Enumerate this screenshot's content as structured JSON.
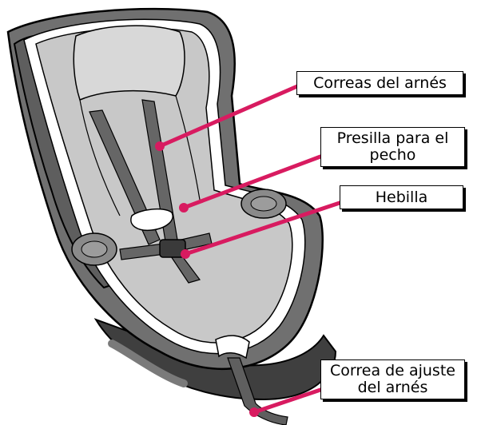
{
  "labels": {
    "harness_straps": "Correas del arnés",
    "chest_clip": "Presilla para el\npecho",
    "buckle": "Hebilla",
    "harness_adjuster_strap": "Correa de ajuste\ndel arnés"
  },
  "colors": {
    "leader_line": "#d81b60",
    "shell": "#6f6f6f",
    "shell_dark": "#4a4a4a",
    "pad": "#c9c9c9",
    "pad_light": "#d6d6d6",
    "strap": "#6b6b6b",
    "trim": "#ffffff"
  }
}
